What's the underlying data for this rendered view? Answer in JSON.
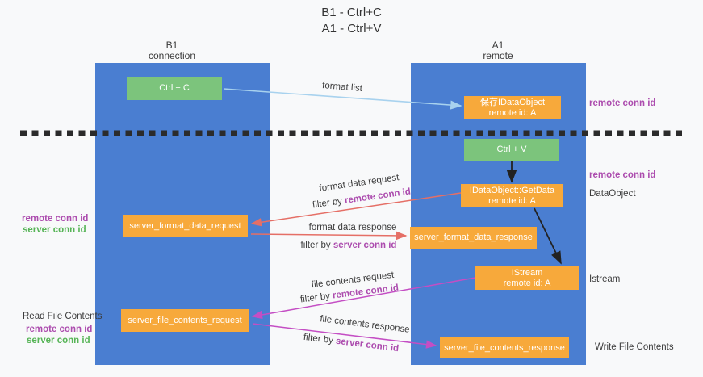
{
  "title": {
    "line1": "B1 - Ctrl+C",
    "line2": "A1 - Ctrl+V"
  },
  "columns": {
    "left": {
      "name": "B1",
      "role": "connection"
    },
    "right": {
      "name": "A1",
      "role": "remote"
    }
  },
  "boxes": {
    "ctrl_c": {
      "label": "Ctrl + C"
    },
    "save_idataobject": {
      "line1": "保存IDataObject",
      "line2": "remote id: A"
    },
    "ctrl_v": {
      "label": "Ctrl + V"
    },
    "getdata": {
      "line1": "IDataObject::GetData",
      "line2": "remote id: A"
    },
    "format_request": {
      "label": "server_format_data_request"
    },
    "format_response": {
      "label": "server_format_data_response"
    },
    "istream": {
      "line1": "IStream",
      "line2": "remote id: A"
    },
    "file_request": {
      "label": "server_file_contents_request"
    },
    "file_response": {
      "label": "server_file_contents_response"
    }
  },
  "arrows": {
    "format_list": {
      "label": "format list"
    },
    "format_data_request": {
      "label": "format data request",
      "filter_prefix": "filter by ",
      "filter_key": "remote conn id"
    },
    "format_data_response": {
      "label": "format data response",
      "filter_prefix": "filter by ",
      "filter_key": "server conn id"
    },
    "file_contents_request": {
      "label": "file contents request",
      "filter_prefix": "filter by ",
      "filter_key": "remote conn id"
    },
    "file_contents_response": {
      "label": "file contents response",
      "filter_prefix": "filter by ",
      "filter_key": "server conn id"
    }
  },
  "side_labels": {
    "right_remote_conn_id_top": "remote conn id",
    "right_remote_conn_id_mid": "remote conn id",
    "right_dataobject": "DataObject",
    "right_istream": "Istream",
    "right_write_file_contents": "Write File Contents",
    "left_remote_conn_id_1": "remote conn id",
    "left_server_conn_id_1": "server conn id",
    "left_read_file_contents": "Read File Contents",
    "left_remote_conn_id_2": "remote conn id",
    "left_server_conn_id_2": "server conn id"
  },
  "colors": {
    "column_blue": "#4A7ED1",
    "box_green": "#7CC47C",
    "box_orange": "#F7A93B",
    "arrow_light_blue": "#A8D2EE",
    "arrow_red": "#E56F66",
    "arrow_magenta": "#C44EC4",
    "arrow_black": "#222222",
    "label_purple": "#AC4CAE",
    "label_green": "#56B456"
  }
}
